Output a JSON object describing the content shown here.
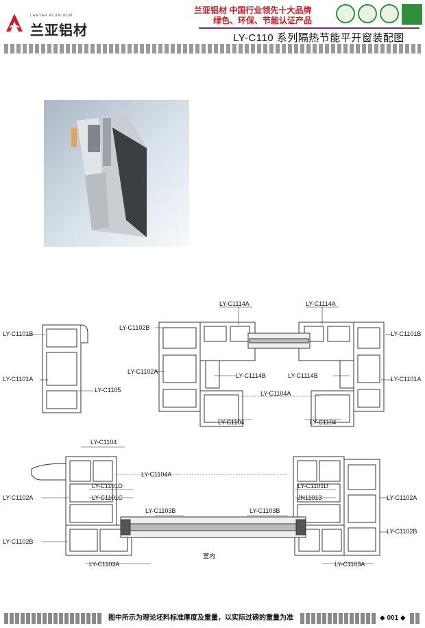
{
  "header": {
    "brand_en": "LARYAR ALUMINUM",
    "brand_cn": "兰亚铝材",
    "slogan_line1": "兰亚铝材  中国行业领先十大品牌",
    "slogan_line2": "绿色、环保、节能认证产品",
    "title": "LY-C110 系列隔热节能平开窗装配图"
  },
  "drawing": {
    "labels": {
      "left_c1101b": "LY-C1101B",
      "left_c1101a": "LY-C1101A",
      "left_c1105": "LY-C1105",
      "top_c1114a_l": "LY-C1114A",
      "top_c1114a_r": "LY-C1114A",
      "top_c1102b": "LY-C1102B",
      "top_c1101b_r": "LY-C1101B",
      "top_c1102a": "LY-C1102A",
      "top_c1114b_l": "LY-C1114B",
      "top_c1114b_r": "LY-C1114B",
      "top_c1101a_r": "LY-C1101A",
      "top_c1104a": "LY-C1104A",
      "top_c1104_l": "LY-C1104",
      "top_c1104_r": "LY-C1104",
      "bot_c1104": "LY-C1104",
      "bot_c1104a": "LY-C1104A",
      "bot_c1102a_l": "LY-C1102A",
      "bot_c1101d_l": "LY-C1101D",
      "bot_c1101c": "LY-C1101C",
      "bot_c1103b_l": "LY-C1103B",
      "bot_c1102b_l": "LY-C1102B",
      "bot_c1103a_l": "LY-C1103A",
      "bot_c1101d_r": "LY-C1101D",
      "bot_jn": "JN11013",
      "bot_c1102a_r": "LY-C1102A",
      "bot_c1103b_r": "LY-C1103B",
      "bot_c1102b_r": "LY-C1102B",
      "bot_c1103a_r": "LY-C1103A",
      "interior": "室内"
    }
  },
  "footer": {
    "note": "图中所示为理论坯料标准厚度及重量，以实际过磅的重量为准",
    "page": "◆ 001 ◆"
  },
  "colors": {
    "brand_red": "#d21a22",
    "badge_green": "#2f8f3a",
    "rule_purple": "#7b2a6b"
  }
}
